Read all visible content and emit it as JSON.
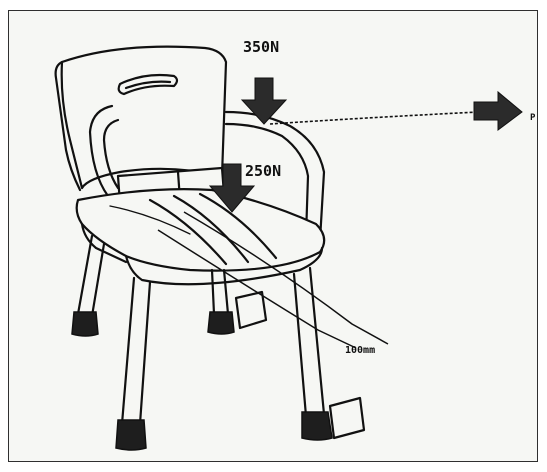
{
  "labels": {
    "force_top": "350N",
    "force_seat": "250N",
    "force_horizontal": "P",
    "offset": "100mm"
  },
  "colors": {
    "ink": "#111111",
    "arrow_fill": "#2b2b2b",
    "foot": "#1e1e1e",
    "background": "#f6f7f4",
    "frame": "#2f2f2f"
  }
}
